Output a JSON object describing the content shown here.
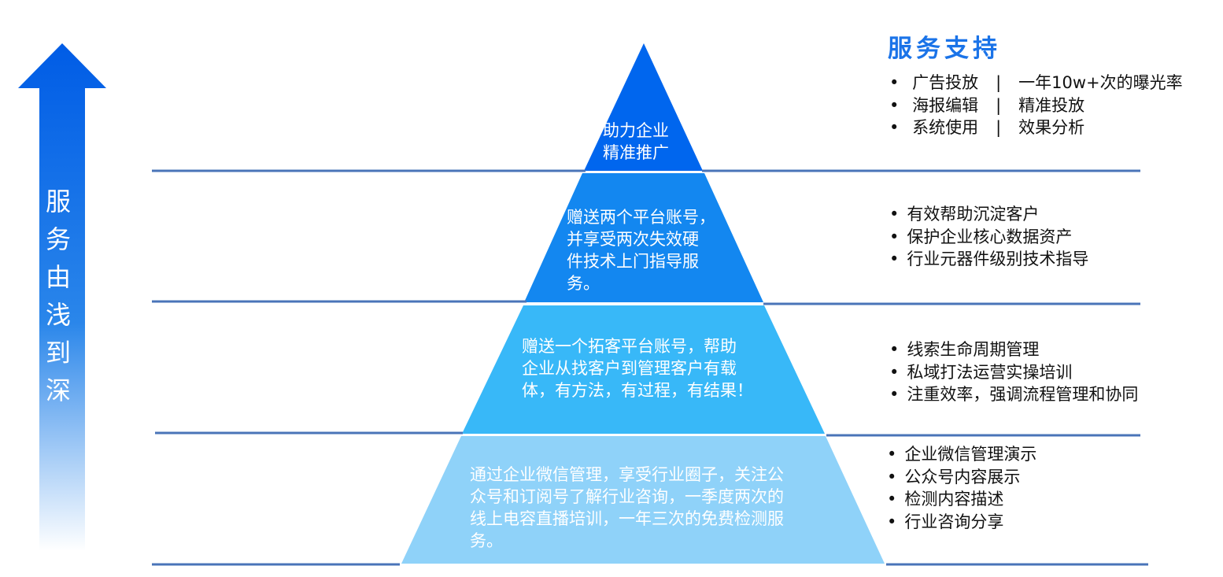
{
  "arrow": {
    "label_chars": [
      "服",
      "务",
      "由",
      "浅",
      "到",
      "深"
    ],
    "color_top": "#005ce6",
    "color_bottom": "#ffffff"
  },
  "tiers": [
    {
      "text": "助力企业\n精准推广",
      "color": "#0066ee"
    },
    {
      "text": "赠送两个平台账号，\n并享受两次失效硬\n件技术上门指导服\n务。",
      "color": "#1387f0"
    },
    {
      "text": "赠送一个拓客平台账号，帮助\n企业从找客户到管理客户有载\n体，有方法，有过程，有结果！",
      "color": "#38b8f8"
    },
    {
      "text": "通过企业微信管理，享受行业圈子，关注公\n众号和订阅号了解行业咨询，一季度两次的\n线上电容直播培训，一年三次的免费检测服\n务。",
      "color": "#8fd2f9"
    }
  ],
  "line_color": "#4a74b8",
  "service_support": {
    "title": "服务支持",
    "rows": [
      {
        "left": "广告投放",
        "sep": "|",
        "right": "一年10w+次的曝光率"
      },
      {
        "left": "海报编辑",
        "sep": "|",
        "right": "精准投放"
      },
      {
        "left": "系统使用",
        "sep": "|",
        "right": "效果分析"
      }
    ]
  },
  "feature_lists": [
    [
      "有效帮助沉淀客户",
      "保护企业核心数据资产",
      "行业元器件级别技术指导"
    ],
    [
      "线索生命周期管理",
      "私域打法运营实操培训",
      "注重效率，强调流程管理和协同"
    ],
    [
      "企业微信管理演示",
      "公众号内容展示",
      "检测内容描述",
      "行业咨询分享"
    ]
  ]
}
